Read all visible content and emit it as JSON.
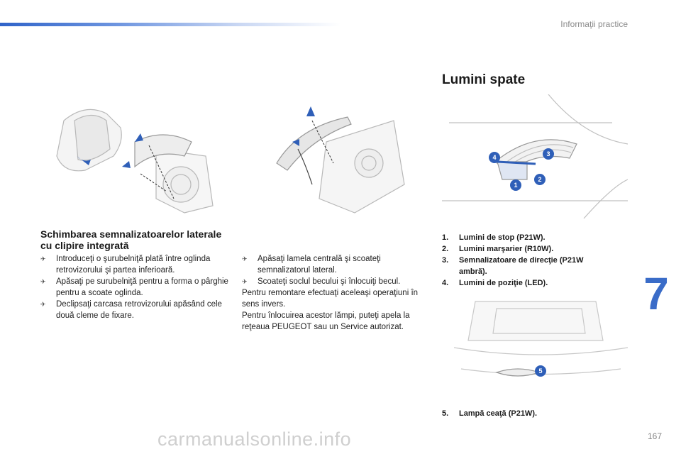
{
  "header": {
    "title": "Informaţii practice"
  },
  "chapter": {
    "number": "7"
  },
  "left": {
    "subheading": "Schimbarea semnalizatoarelor laterale cu clipire integrată",
    "col1_bullets": [
      "Introduceţi o şurubelniţă plată între oglinda retrovizorului şi partea inferioară.",
      "Apăsaţi pe surubelniţă pentru a forma o pârghie pentru a scoate oglinda.",
      "Declipsaţi carcasa retrovizorului apăsând cele două cleme de fixare."
    ],
    "col2_bullets": [
      "Apăsaţi lamela centrală şi scoateţi semnalizatorul lateral.",
      "Scoateţi soclul becului şi înlocuiţi becul."
    ],
    "col2_paragraphs": [
      "Pentru remontare efectuaţi aceleaşi operaţiuni în sens invers.",
      "Pentru înlocuirea acestor lămpi, puteţi apela la reţeaua PEUGEOT sau un Service autorizat."
    ]
  },
  "right": {
    "title": "Lumini spate",
    "legend": [
      {
        "num": "1.",
        "label": "Lumini de stop (P21W)."
      },
      {
        "num": "2.",
        "label": "Lumini marşarier (R10W)."
      },
      {
        "num": "3.",
        "label": "Semnalizatoare de direcţie (P21W ambră)."
      },
      {
        "num": "4.",
        "label": "Lumini de poziţie (LED)."
      }
    ],
    "legend2": [
      {
        "num": "5.",
        "label": "Lampă ceaţă (P21W)."
      }
    ],
    "badges": [
      "1",
      "2",
      "3",
      "4",
      "5"
    ],
    "badge_color": "#2f5fb8"
  },
  "footer": {
    "watermark": "carmanualsonline.info",
    "page": "167"
  }
}
